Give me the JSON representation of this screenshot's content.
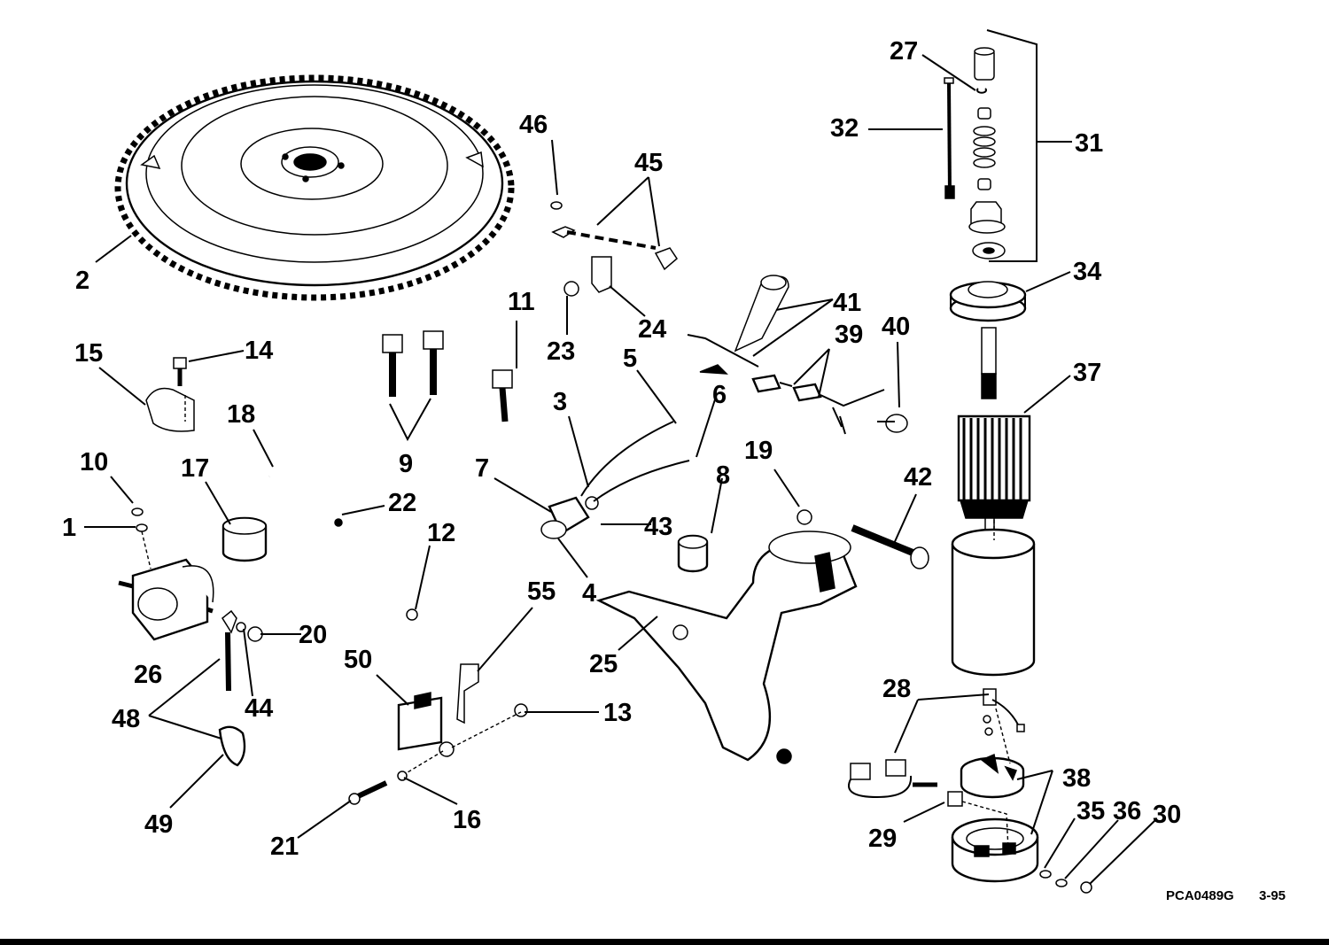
{
  "diagram": {
    "callouts": [
      "1",
      "2",
      "3",
      "4",
      "5",
      "6",
      "7",
      "8",
      "9",
      "10",
      "11",
      "12",
      "13",
      "14",
      "15",
      "16",
      "17",
      "18",
      "19",
      "20",
      "21",
      "22",
      "23",
      "24",
      "25",
      "26",
      "27",
      "28",
      "29",
      "30",
      "31",
      "32",
      "34",
      "35",
      "36",
      "37",
      "38",
      "39",
      "40",
      "41",
      "42",
      "43",
      "44",
      "45",
      "46",
      "48",
      "49",
      "50",
      "55"
    ],
    "footer": {
      "code": "PCA0489G",
      "date": "3-95"
    }
  }
}
